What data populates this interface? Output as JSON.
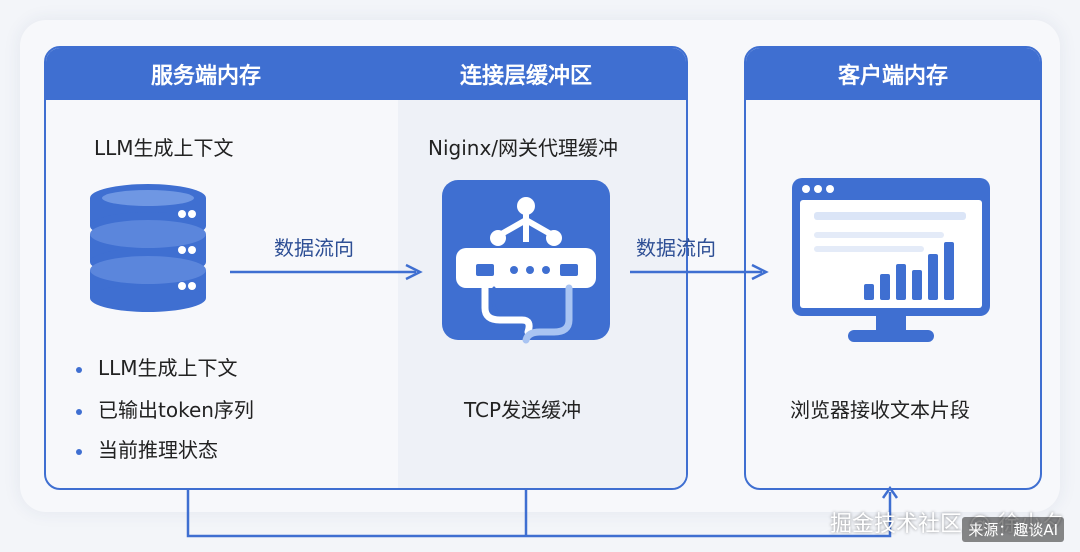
{
  "panels": {
    "server": {
      "title": "服务端内存",
      "caption": "LLM生成上下文",
      "bullets": [
        "LLM生成上下文",
        "已输出token序列",
        "当前推理状态"
      ]
    },
    "connection": {
      "title": "连接层缓冲区",
      "caption": "Niginx/网关代理缓冲",
      "bottom_caption": "TCP发送缓冲"
    },
    "client": {
      "title": "客户端内存",
      "caption": "浏览器接收文本片段"
    }
  },
  "arrows": {
    "label_1": "数据流向",
    "label_2": "数据流向"
  },
  "icons": {
    "server": "database-icon",
    "connection": "network-router-icon",
    "client": "monitor-chart-icon"
  },
  "colors": {
    "primary": "#3f6fd1",
    "header_text": "#ffffff",
    "background": "#f3f5f9"
  },
  "watermark": {
    "text": "掘金技术社区 @ 徐小夕",
    "tag": "来源：趣谈AI"
  }
}
